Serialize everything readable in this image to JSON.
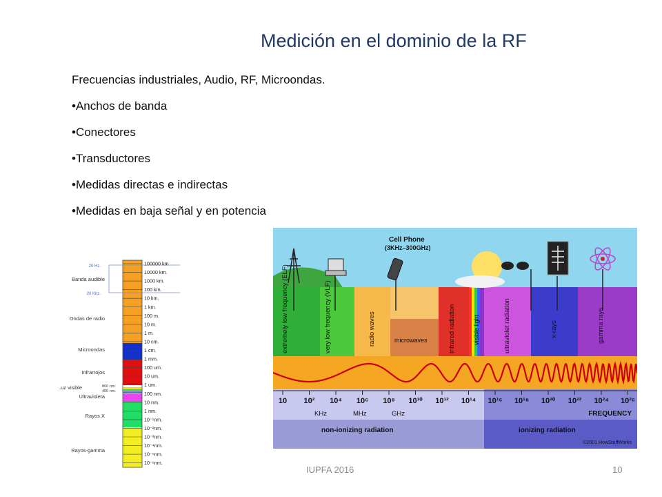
{
  "slide": {
    "title": "Medición en el dominio de la RF",
    "bullets": [
      "Frecuencias industriales, Audio, RF, Microondas.",
      "•Anchos de banda",
      "•Conectores",
      "•Transductores",
      "•Medidas directas e indirectas",
      "•Medidas en baja señal y en potencia"
    ],
    "footer_center": "IUPFA 2016",
    "footer_page": "10"
  },
  "left_scale": {
    "top_markers": [
      "20 Hz.",
      "20 Khz."
    ],
    "bands": [
      "Banda audible",
      "Ondas de radio",
      "Microondas",
      "Infrarrojos",
      "Luz visible",
      "Ultravioleta",
      "Rayos X",
      "Rayos-gamma"
    ],
    "visible_marks": [
      "800 nm.",
      "400 nm."
    ],
    "wavelengths": [
      "100000 km",
      "10000 km.",
      "1000 km.",
      "100 km.",
      "10 km.",
      "1 km.",
      "100 m.",
      "10 m.",
      "1 m.",
      "10 cm.",
      "1 cm.",
      "1 mm.",
      "100 um.",
      "10 um.",
      "1 um.",
      "100 nm.",
      "10 nm.",
      "1 nm.",
      "10⁻¹nm.",
      "10⁻²nm.",
      "10⁻³nm.",
      "10⁻⁴nm.",
      "10⁻⁵nm.",
      "10⁻⁶nm."
    ]
  },
  "spectrum": {
    "cell_phone": "Cell Phone",
    "cell_phone_range": "(3KHz–300GHz)",
    "bands": [
      "extremely low frequency (ELF)",
      "very low frequency (VLF)",
      "radio waves",
      "microwaves",
      "infrared radiation",
      "visible light",
      "ultraviolet radiation",
      "x-rays",
      "gamma rays"
    ],
    "scale_labels": [
      "10",
      "10²",
      "10⁴",
      "10⁶",
      "10⁸",
      "10¹⁰",
      "10¹²",
      "10¹⁴",
      "10¹⁶",
      "10¹⁸",
      "10²⁰",
      "10²²",
      "10²⁴",
      "10²⁶"
    ],
    "units": [
      "KHz",
      "MHz",
      "GHz"
    ],
    "frequency_label": "FREQUENCY",
    "non_ionizing": "non-ionizing radiation",
    "ionizing": "ionizing radiation",
    "copyright": "©2001 HowStuffWorks"
  },
  "colors": {
    "title": "#1f3864",
    "wave": "#cc0000",
    "orange_band": "#f5a623"
  }
}
